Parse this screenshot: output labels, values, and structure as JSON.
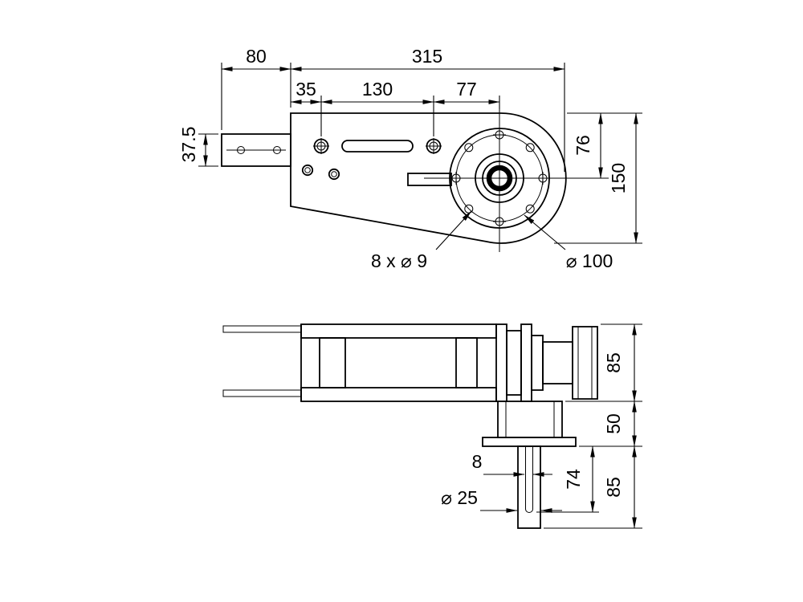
{
  "drawing": {
    "background_color": "#ffffff",
    "line_color": "#000000",
    "top_view": {
      "dim_80": "80",
      "dim_315": "315",
      "dim_35": "35",
      "dim_130": "130",
      "dim_77": "77",
      "dim_37_5": "37.5",
      "dim_76": "76",
      "dim_150": "150",
      "label_bolt_holes": "8 x ⌀ 9",
      "label_bolt_circle": "⌀ 100"
    },
    "side_view": {
      "dim_85_upper": "85",
      "dim_50": "50",
      "dim_85_lower": "85",
      "dim_8": "8",
      "dim_74": "74",
      "label_shaft_dia": "⌀ 25"
    }
  }
}
